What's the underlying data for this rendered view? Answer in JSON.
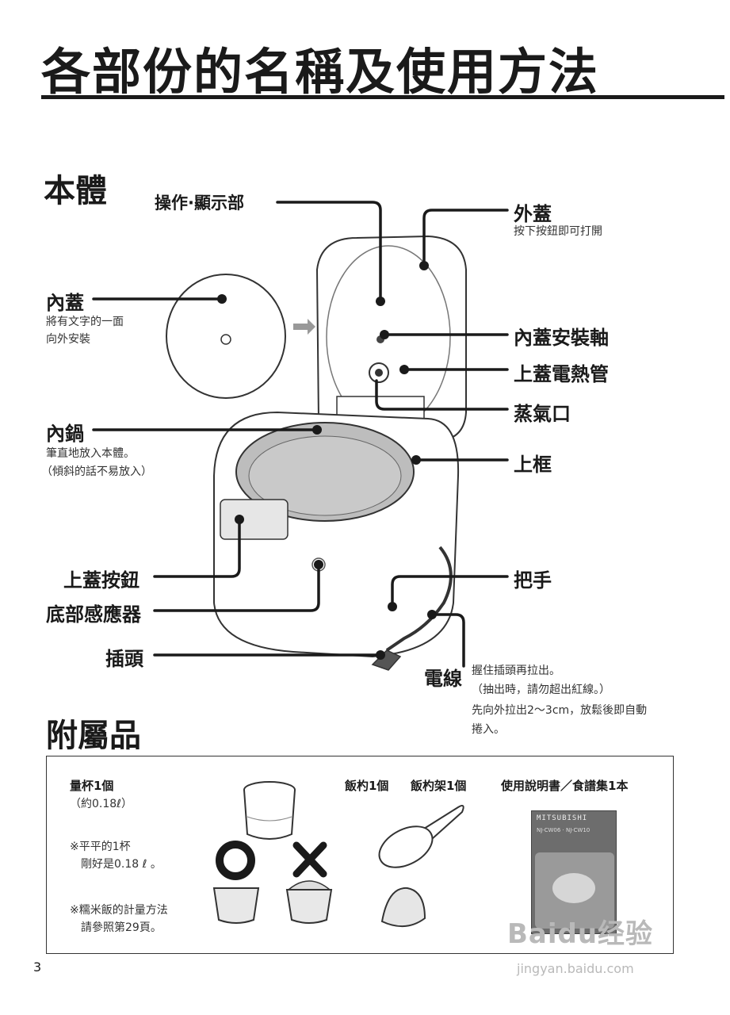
{
  "page": {
    "title": "各部份的名稱及使用方法",
    "page_number": "3"
  },
  "main_body": {
    "heading": "本體",
    "labels": {
      "control_display": "操作·顯示部",
      "outer_lid": "外蓋",
      "outer_lid_note": "按下按鈕即可打開",
      "inner_lid": "內蓋",
      "inner_lid_note_1": "將有文字的一面",
      "inner_lid_note_2": "向外安裝",
      "inner_lid_shaft": "內蓋安裝軸",
      "lid_heater": "上蓋電熱管",
      "steam_vent": "蒸氣口",
      "inner_pot": "內鍋",
      "inner_pot_note_1": "筆直地放入本體。",
      "inner_pot_note_2": "（傾斜的話不易放入）",
      "upper_frame": "上框",
      "lid_button": "上蓋按鈕",
      "handle": "把手",
      "bottom_sensor": "底部感應器",
      "plug": "插頭",
      "cord": "電線",
      "cord_note_1": "握住插頭再拉出。",
      "cord_note_2": "（抽出時，請勿超出紅線。）",
      "cord_note_3": "先向外拉出2～3cm，放鬆後即自動",
      "cord_note_4": "捲入。"
    }
  },
  "accessories": {
    "heading": "附屬品",
    "measuring_cup": "量杯1個",
    "measuring_cup_volume": "（約0.18ℓ）",
    "level_note_1": "※平平的1杯",
    "level_note_2": "剛好是0.18 ℓ 。",
    "glutinous_note_1": "※糯米飯的計量方法",
    "glutinous_note_2": "請參照第29頁。",
    "rice_paddle": "飯杓1個",
    "paddle_holder": "飯杓架1個",
    "manual": "使用說明書／食譜集1本",
    "manual_brand": "MITSUBISHI",
    "manual_model": "NJ-CW06 · NJ-CW10",
    "correct_icon": "circle-correct-icon",
    "wrong_icon": "cross-wrong-icon"
  },
  "watermark": {
    "logo": "Baidu经验",
    "url": "jingyan.baidu.com"
  }
}
